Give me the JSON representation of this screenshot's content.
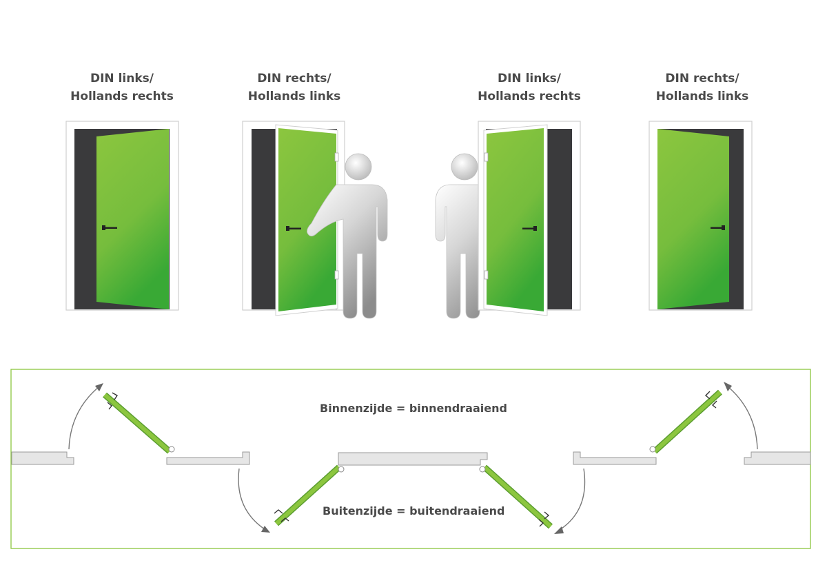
{
  "doors": [
    {
      "line1": "DIN links/",
      "line2": "Hollands rechts"
    },
    {
      "line1": "DIN rechts/",
      "line2": "Hollands links"
    },
    {
      "line1": "DIN links/",
      "line2": "Hollands rechts"
    },
    {
      "line1": "DIN rechts/",
      "line2": "Hollands links"
    }
  ],
  "plan": {
    "inside_label": "Binnenzijde = binnendraaiend",
    "outside_label": "Buitenzijde = buitendraaiend"
  },
  "colors": {
    "door_green_light": "#8cc63f",
    "door_green_dark": "#39a935",
    "frame_dark": "#3a3a3c",
    "text": "#4a4a4a",
    "plan_border": "#8cc63f",
    "wall": "#e6e6e6"
  }
}
